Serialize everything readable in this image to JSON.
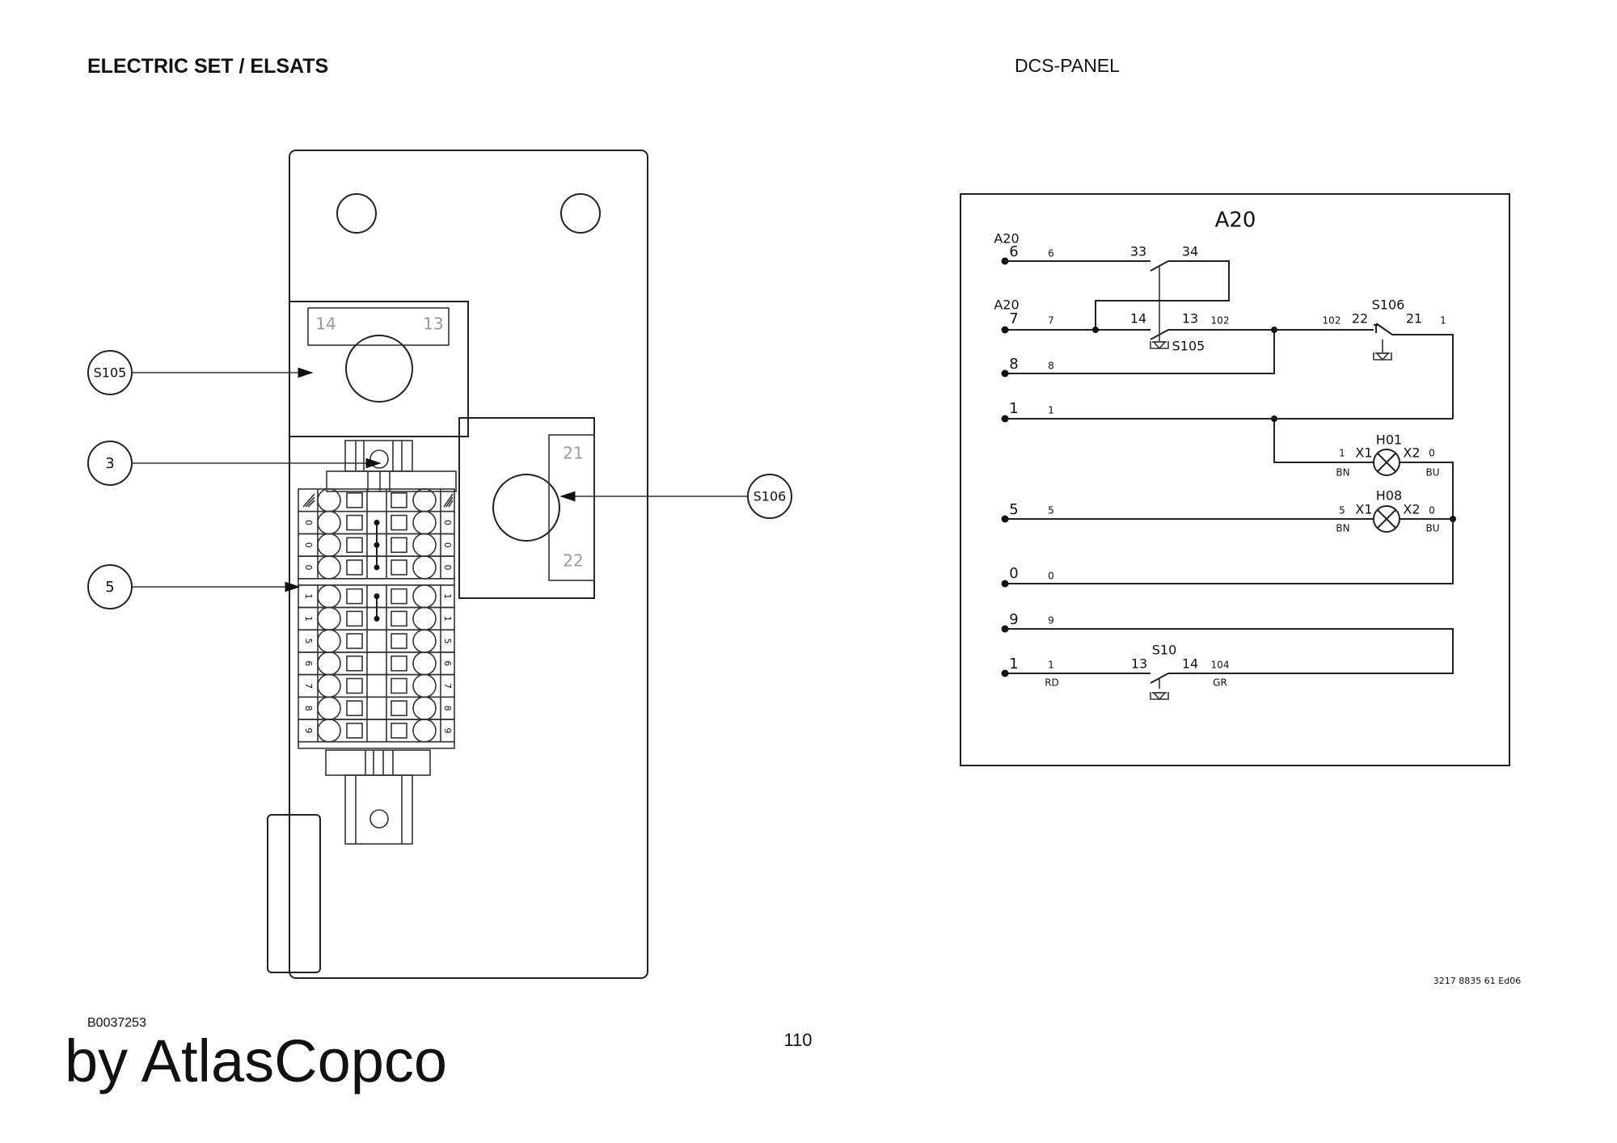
{
  "header": {
    "left_title": "ELECTRIC SET / ELSATS",
    "right_title": "DCS-PANEL"
  },
  "drawing": {
    "s105_terms": [
      "14",
      "13"
    ],
    "s106_terms": [
      "21",
      "22"
    ],
    "callouts": [
      "S105",
      "3",
      "5",
      "S106"
    ],
    "terminal_rows": [
      "0",
      "0",
      "0",
      "1",
      "1",
      "5",
      "6",
      "7",
      "8",
      "9"
    ]
  },
  "schematic": {
    "block_label": "A20",
    "terminal_group_labels": [
      "A20",
      "A20"
    ],
    "terminals": [
      "6",
      "7",
      "8",
      "1",
      "5",
      "0",
      "9",
      "1"
    ],
    "wire_numbers": [
      "6",
      "7",
      "8",
      "1",
      "5",
      "0",
      "9",
      "1",
      "102",
      "102",
      "1",
      "104"
    ],
    "s105": {
      "name": "S105",
      "t1": "33",
      "t2": "34",
      "t3": "14",
      "t4": "13"
    },
    "s106": {
      "name": "S106",
      "t1": "22",
      "t2": "21"
    },
    "s10": {
      "name": "S10",
      "t1": "13",
      "t2": "14"
    },
    "lamps": [
      {
        "name": "H01",
        "x1": "X1",
        "x2": "X2",
        "wire_in": "1",
        "wire_out": "0",
        "color_in": "BN",
        "color_out": "BU"
      },
      {
        "name": "H08",
        "x1": "X1",
        "x2": "X2",
        "wire_in": "5",
        "wire_out": "0",
        "color_in": "BN",
        "color_out": "BU"
      }
    ],
    "wire_colors": {
      "in": "RD",
      "out": "GR"
    }
  },
  "footer": {
    "drawing_id": "B0037253",
    "page_number": "110",
    "brand": "by AtlasCopco",
    "doc_ref": "3217 8835 61 Ed06"
  }
}
